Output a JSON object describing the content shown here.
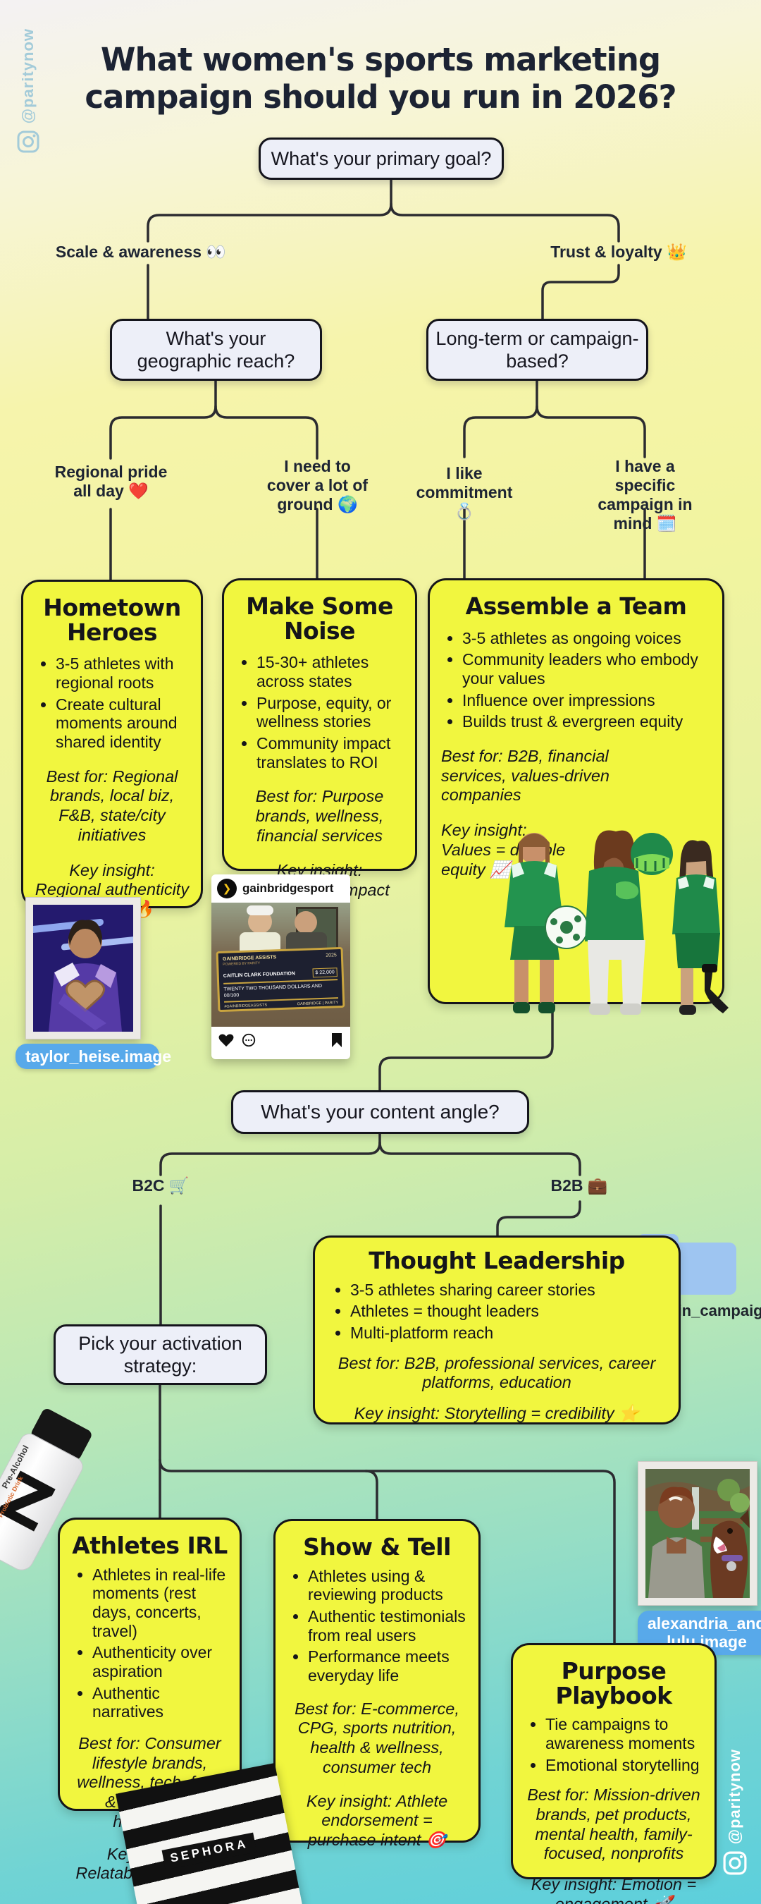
{
  "handle": {
    "text": "@paritynow"
  },
  "title": {
    "line1": "What women's sports marketing",
    "line2": "campaign should you run in 2026?"
  },
  "nodes": {
    "primary_goal": "What's your primary goal?",
    "geographic_reach": "What's your geographic reach?",
    "longterm": "Long-term or campaign-based?",
    "content_angle": "What's your content angle?",
    "activation": "Pick your activation strategy:"
  },
  "branches": {
    "scale": "Scale & awareness 👀",
    "trust": "Trust & loyalty 👑",
    "regional": "Regional pride all day ❤️",
    "cover": "I need to cover a lot of ground 🌍",
    "commitment": "I like commitment 💍",
    "campaign": "I have a specific campaign in mind 🗓️",
    "b2c": "B2C 🛒",
    "b2b": "B2B 💼"
  },
  "cards": {
    "hometown": {
      "title": "Hometown Heroes",
      "bullets": [
        "3-5 athletes with regional roots",
        "Create cultural moments around shared identity"
      ],
      "best_for": "Best for: Regional brands, local biz, F&B, state/city initiatives",
      "key_insight": "Key insight: Regional authenticity > polish 🔥"
    },
    "noise": {
      "title": "Make Some Noise",
      "bullets": [
        "15-30+ athletes across states",
        "Purpose, equity, or wellness stories",
        "Community impact translates to ROI"
      ],
      "best_for": "Best for: Purpose brands, wellness, financial services",
      "key_insight": "Key insight: Measurable impact wins 💪"
    },
    "team": {
      "title": "Assemble a Team",
      "bullets": [
        "3-5 athletes as ongoing voices",
        "Community leaders who embody your values",
        "Influence over impressions",
        "Builds trust & evergreen equity"
      ],
      "best_for": "Best for: B2B, financial services, values-driven companies",
      "key_insight": "Key insight: Values = durable equity 📈"
    },
    "thought": {
      "title": "Thought Leadership",
      "bullets": [
        "3-5 athletes sharing career stories",
        "Athletes = thought leaders",
        "Multi-platform reach"
      ],
      "best_for": "Best for: B2B, professional services, career platforms, education",
      "key_insight": "Key insight: Storytelling = credibility ⭐"
    },
    "irl": {
      "title": "Athletes IRL",
      "bullets": [
        "Athletes in real-life moments (rest days, concerts, travel)",
        "Authenticity over aspiration",
        "Authentic narratives"
      ],
      "best_for": "Best for: Consumer lifestyle brands, wellness, tech, food & beverage, hospitality",
      "key_insight": "Key insight: Relatability converts 💯"
    },
    "show": {
      "title": "Show & Tell",
      "bullets": [
        "Athletes using & reviewing products",
        "Authentic testimonials from real users",
        "Performance meets everyday life"
      ],
      "best_for": "Best for: E-commerce, CPG, sports nutrition, health & wellness, consumer tech",
      "key_insight": "Key insight: Athlete endorsement = purchase intent 🎯"
    },
    "purpose": {
      "title": "Purpose Playbook",
      "bullets": [
        "Tie campaigns to awareness moments",
        "Emotional storytelling"
      ],
      "best_for": "Best for: Mission-driven brands, pet products, mental health, family-focused, nonprofits",
      "key_insight": "Key insight: Emotion = engagement 🚀"
    }
  },
  "images": {
    "taylor_label": "taylor_heise.image",
    "alexandria_label_line1": "alexandria_and_",
    "alexandria_label_line2": "lulu.image",
    "folder_label": "linkedin_campaign"
  },
  "instagram_post": {
    "username": "gainbridgesport",
    "check": {
      "header": "GAINBRIDGE ASSISTS",
      "header_sub": "POWERED BY PARITY",
      "date_label": "DATE",
      "date": "2025",
      "pay_label": "PAY TO THE ORDER OF",
      "payee": "CAITLIN CLARK FOUNDATION",
      "amount": "$ 22,000",
      "amount_words": "TWENTY TWO THOUSAND DOLLARS AND 00/100",
      "memo": "#GAINBRIDGEASSISTS",
      "brands": "GAINBRIDGE   |   PARITY"
    }
  },
  "products": {
    "sephora": "SEPHORA",
    "bottle_letter": "Z",
    "bottle_brand": "Pre-Alcohol",
    "bottle_sub": "Probiotic Drink"
  },
  "colors": {
    "card_yellow": "#f1f63f",
    "node_fill": "#edeff8",
    "pill_blue": "#58a9ea",
    "teal_bottom": "#5ccfdc",
    "line": "#2b2b30"
  }
}
